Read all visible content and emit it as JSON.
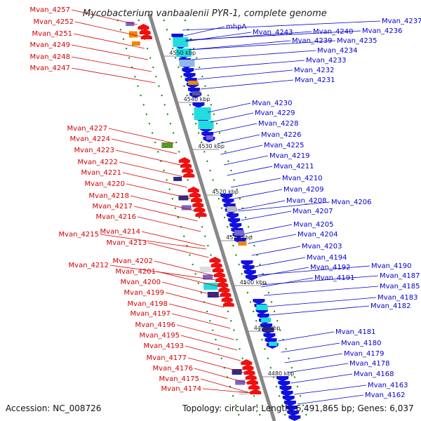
{
  "title": "Mycobacterium vanbaalenii PYR-1, complete genome",
  "footer": {
    "accession": "Accession: NC_008726",
    "summary": "Topology: circular; Length: 6,491,865 bp; Genes: 6,037"
  },
  "colors": {
    "forward": "#ee1111",
    "reverse": "#1111dd",
    "leader_left": "#d40000",
    "leader_right": "#0000cc",
    "backbone": "#888888",
    "tick": "#008800"
  },
  "ticks": [
    "4550 kbp",
    "4540 kbp",
    "4530 kbp",
    "4520 kbp",
    "4510 kbp",
    "4500 kbp",
    "4490 kbp",
    "4480 kbp"
  ],
  "left_genes": [
    "Mvan_4257",
    "Mvan_4252",
    "Mvan_4251",
    "Mvan_4249",
    "Mvan_4248",
    "Mvan_4247",
    "Mvan_4227",
    "Mvan_4224",
    "Mvan_4223",
    "Mvan_4222",
    "Mvan_4221",
    "Mvan_4220",
    "Mvan_4218",
    "Mvan_4217",
    "Mvan_4216",
    "Mvan_4215",
    "Mvan_4214",
    "Mvan_4213",
    "Mvan_4212",
    "Mvan_4202",
    "Mvan_4201",
    "Mvan_4200",
    "Mvan_4199",
    "Mvan_4198",
    "Mvan_4197",
    "Mvan_4196",
    "Mvan_4195",
    "Mvan_4193",
    "Mvan_4177",
    "Mvan_4176",
    "Mvan_4175",
    "Mvan_4174"
  ],
  "right_genes": [
    "Mvan_4237",
    "Mvan_4236",
    "mhpA",
    "Mvan_4243",
    "Mvan_4240",
    "Mvan_4239",
    "Mvan_4235",
    "Mvan_4234",
    "Mvan_4233",
    "Mvan_4232",
    "Mvan_4231",
    "Mvan_4230",
    "Mvan_4229",
    "Mvan_4228",
    "Mvan_4226",
    "Mvan_4225",
    "Mvan_4219",
    "Mvan_4211",
    "Mvan_4210",
    "Mvan_4209",
    "Mvan_4208",
    "Mvan_4206",
    "Mvan_4207",
    "Mvan_4205",
    "Mvan_4204",
    "Mvan_4203",
    "Mvan_4194",
    "Mvan_4192",
    "Mvan_4191",
    "Mvan_4190",
    "Mvan_4187",
    "Mvan_4185",
    "Mvan_4183",
    "Mvan_4182",
    "Mvan_4181",
    "Mvan_4180",
    "Mvan_4179",
    "Mvan_4178",
    "Mvan_4168",
    "Mvan_4163",
    "Mvan_4162"
  ]
}
